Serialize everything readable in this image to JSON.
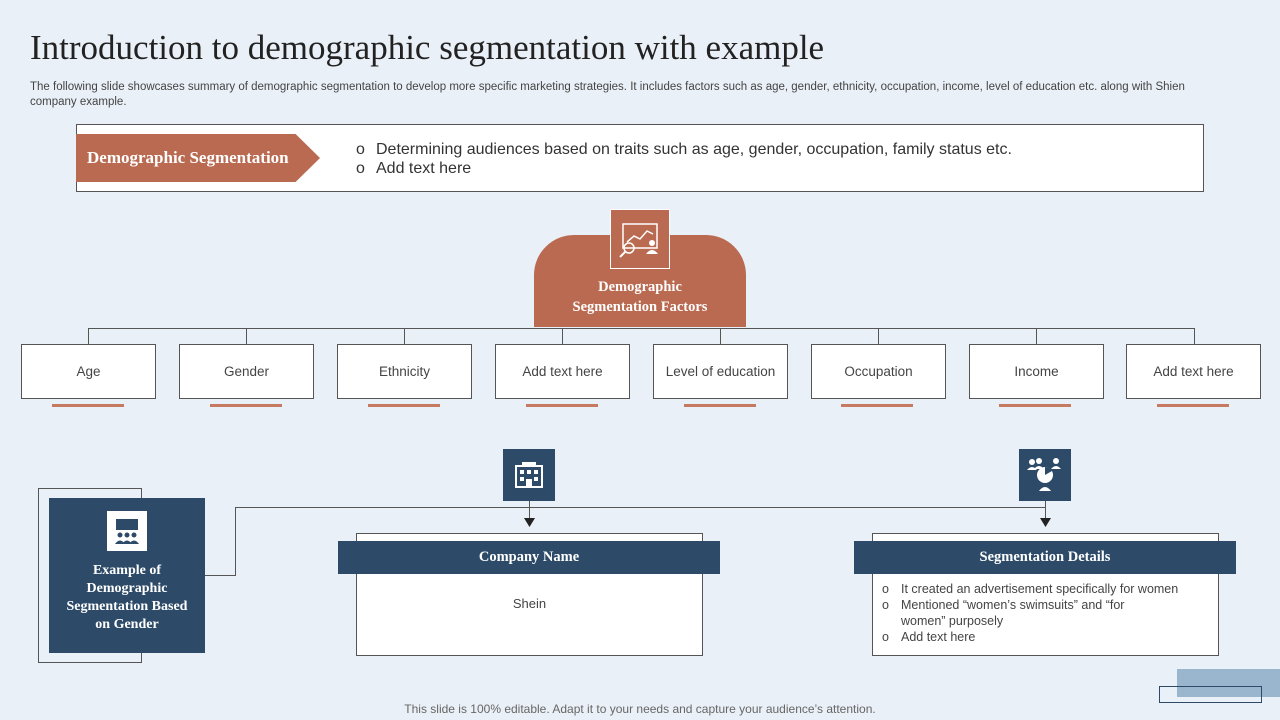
{
  "slide": {
    "title": "Introduction to demographic segmentation with example",
    "subtitle": "The following slide showcases summary of demographic segmentation to develop more specific marketing strategies. It includes factors such as age, gender, ethnicity, occupation, income, level of education etc. along with Shien company example."
  },
  "definition": {
    "label": "Demographic Segmentation",
    "bullets": [
      "Determining audiences based on traits such as age, gender, occupation, family status etc.",
      "Add text here"
    ]
  },
  "hub": {
    "title_line1": "Demographic",
    "title_line2": "Segmentation Factors",
    "icon": "analytics-icon"
  },
  "factors": [
    "Age",
    "Gender",
    "Ethnicity",
    "Add text here",
    "Level of education",
    "Occupation",
    "Income",
    "Add text here"
  ],
  "example": {
    "title_lines": [
      "Example of",
      "Demographic",
      "Segmentation Based",
      "on Gender"
    ],
    "icon": "people-board-icon"
  },
  "company": {
    "header": "Company Name",
    "value": "Shein",
    "icon": "building-icon"
  },
  "segmentation": {
    "header": "Segmentation Details",
    "bullets": [
      "It created an advertisement  specifically for women",
      "Mentioned “women’s swimsuits” and “for women” purposely",
      "Add text here"
    ],
    "icon": "audience-pie-icon"
  },
  "footer": "This slide is 100% editable. Adapt it to your needs and capture your audience’s attention.",
  "colors": {
    "accent": "#b96a50",
    "navy": "#2d4b68",
    "background": "#eaf0f7",
    "light_blue": "#9ab6cf"
  }
}
